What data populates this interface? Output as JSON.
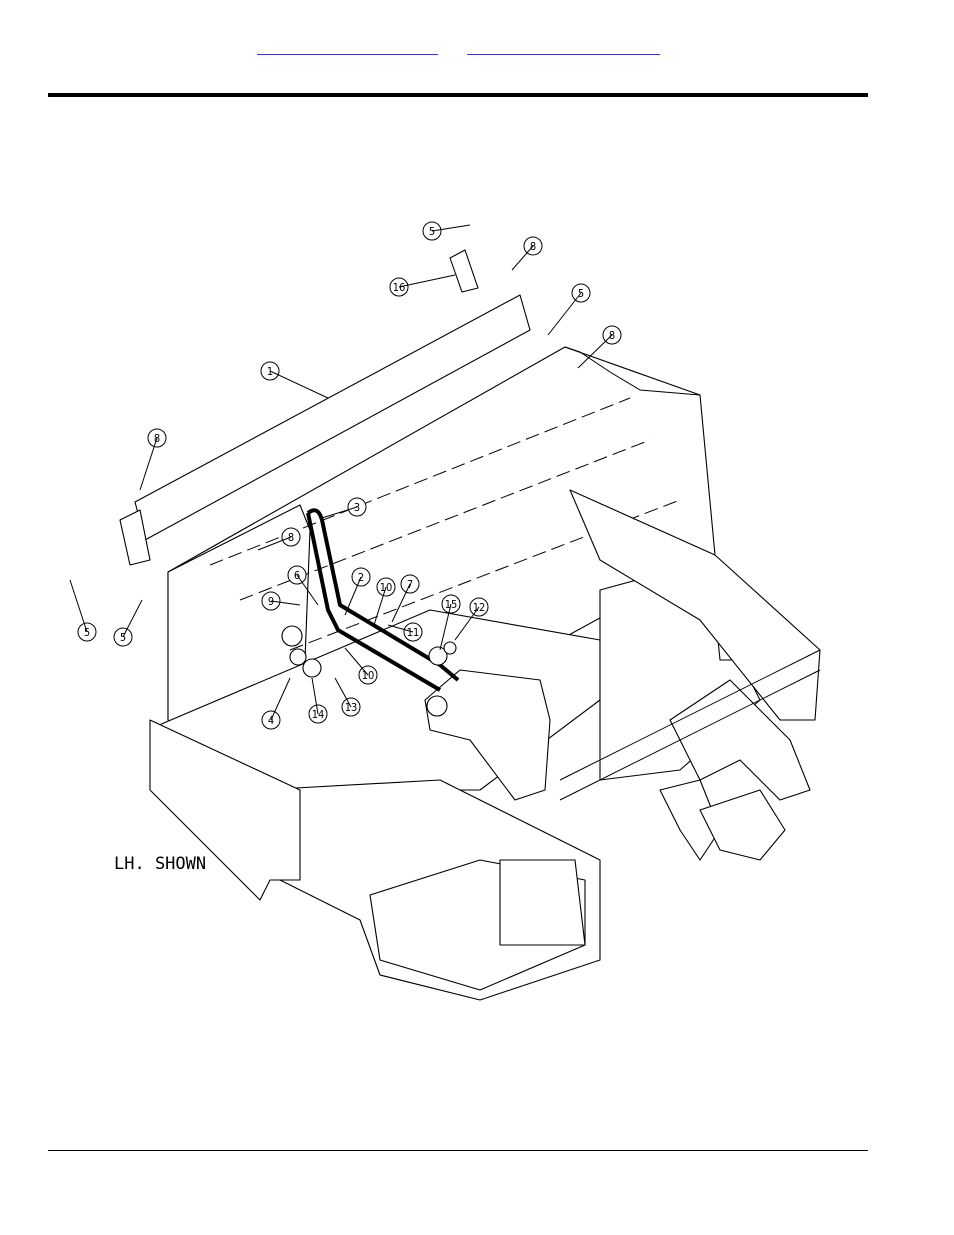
{
  "header": {
    "links": [
      "",
      ""
    ]
  },
  "diagram": {
    "note": "LH. SHOWN",
    "callouts": [
      {
        "label": "5"
      },
      {
        "label": "8"
      },
      {
        "label": "16"
      },
      {
        "label": "5"
      },
      {
        "label": "8"
      },
      {
        "label": "1"
      },
      {
        "label": "8"
      },
      {
        "label": "3"
      },
      {
        "label": "8"
      },
      {
        "label": "5"
      },
      {
        "label": "5"
      },
      {
        "label": "9"
      },
      {
        "label": "6"
      },
      {
        "label": "2"
      },
      {
        "label": "10"
      },
      {
        "label": "7"
      },
      {
        "label": "11"
      },
      {
        "label": "15"
      },
      {
        "label": "12"
      },
      {
        "label": "10"
      },
      {
        "label": "13"
      },
      {
        "label": "14"
      },
      {
        "label": "4"
      }
    ]
  }
}
